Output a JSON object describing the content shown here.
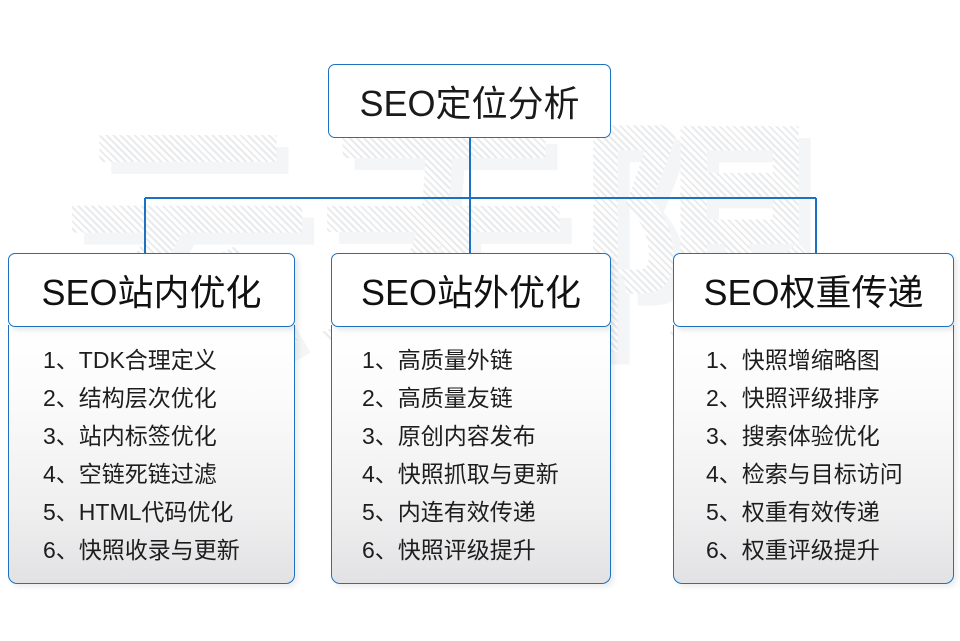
{
  "diagram": {
    "title_root": "SEO定位分析",
    "watermark_text": "云无限",
    "accent_color": "#1a72c0",
    "text_color": "#1a1a1a",
    "background_color": "#ffffff",
    "branches": [
      {
        "header": "SEO站内优化",
        "items": [
          "1、TDK合理定义",
          "2、结构层次优化",
          "3、站内标签优化",
          "4、空链死链过滤",
          "5、HTML代码优化",
          "6、快照收录与更新"
        ]
      },
      {
        "header": "SEO站外优化",
        "items": [
          "1、高质量外链",
          "2、高质量友链",
          "3、原创内容发布",
          "4、快照抓取与更新",
          "5、内连有效传递",
          "6、快照评级提升"
        ]
      },
      {
        "header": "SEO权重传递",
        "items": [
          "1、快照增缩略图",
          "2、快照评级排序",
          "3、搜索体验优化",
          "4、检索与目标访问",
          "5、权重有效传递",
          "6、权重评级提升"
        ]
      }
    ]
  }
}
